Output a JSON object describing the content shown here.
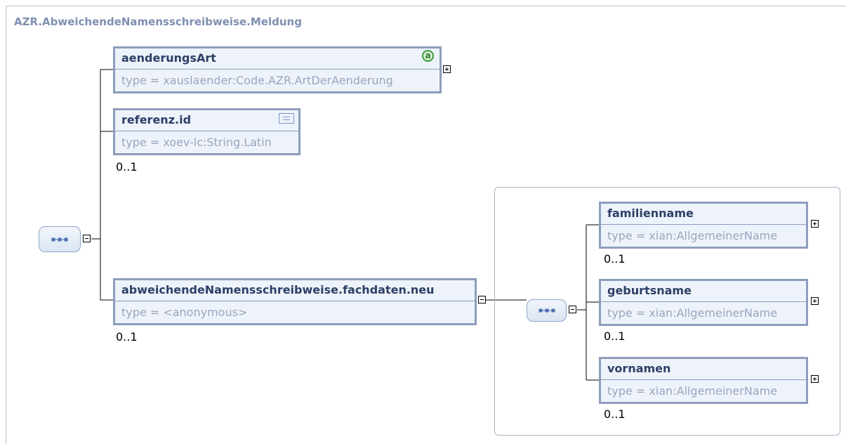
{
  "diagram": {
    "title": "AZR.AbweichendeNamensschreibweise.Meldung",
    "elements": [
      {
        "name": "aenderungsArt",
        "type": "type = xauslaender:Code.AZR.ArtDerAenderung",
        "cardinality": "",
        "icon": "attribute-icon"
      },
      {
        "name": "referenz.id",
        "type": "type = xoev-lc:String.Latin",
        "cardinality": "0..1",
        "icon": "documentation-icon"
      },
      {
        "name": "abweichendeNamensschreibweise.fachdaten.neu",
        "type": "type = <anonymous>",
        "cardinality": "0..1"
      },
      {
        "name": "familienname",
        "type": "type = xian:AllgemeinerName",
        "cardinality": "0..1"
      },
      {
        "name": "geburtsname",
        "type": "type = xian:AllgemeinerName",
        "cardinality": "0..1"
      },
      {
        "name": "vornamen",
        "type": "type = xian:AllgemeinerName",
        "cardinality": "0..1"
      }
    ],
    "colors": {
      "border": "#8e9dbd",
      "fill": "#eef3fb",
      "name_text": "#2d3f66",
      "type_text": "#9aa6bd",
      "title_text": "#7f8fb0",
      "attribute_icon": "#3c9a3c"
    }
  }
}
